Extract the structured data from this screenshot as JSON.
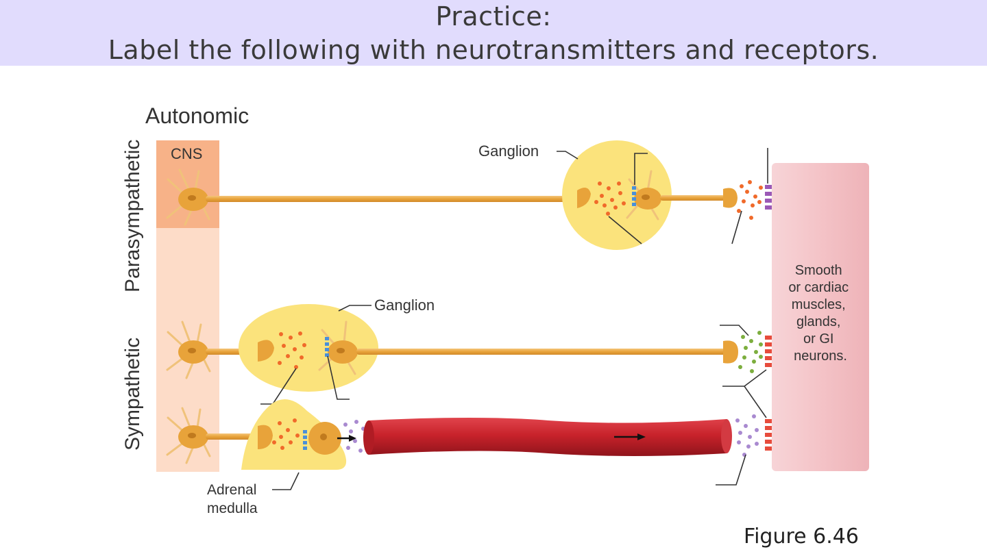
{
  "header": {
    "line1": "Practice:",
    "line2": "Label the following with neurotransmitters and receptors."
  },
  "diagram": {
    "title": "Autonomic",
    "division_parasympathetic": "Parasympathetic",
    "division_sympathetic": "Sympathetic",
    "cns_label": "CNS",
    "ganglion_label": "Ganglion",
    "adrenal_label_line1": "Adrenal",
    "adrenal_label_line2": "medulla",
    "effector_lines": [
      "Smooth",
      "or cardiac",
      "muscles,",
      "glands,",
      "or GI",
      "neurons."
    ]
  },
  "colors": {
    "header_bg": "#e1dcfd",
    "cns_upper": "#f7b288",
    "cns_lower": "#fddcc8",
    "neuron": "#e8a33a",
    "ganglion": "#fbe37c",
    "effector": "#f4c3c7",
    "blood_vessel": "#c8222b",
    "acetylcholine_dots": "#f06a2a",
    "norepinephrine_dots": "#7cae3e",
    "epinephrine_dots": "#a98ad0",
    "nicotinic_receptor": "#4a90d9",
    "muscarinic_receptor": "#9b59b6",
    "adrenergic_receptor": "#e74c3c"
  },
  "figure_caption": "Figure 6.46"
}
